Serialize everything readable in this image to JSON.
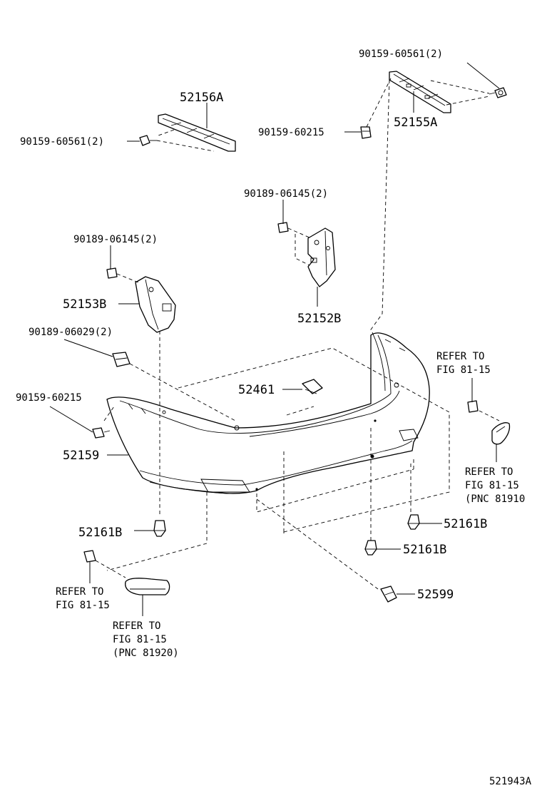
{
  "diagram_id": "521943A",
  "parts": {
    "p52156A": "52156A",
    "p52155A": "52155A",
    "p52153B": "52153B",
    "p52152B": "52152B",
    "p52461": "52461",
    "p52159": "52159",
    "p52161B_left": "52161B",
    "p52161B_right_upper": "52161B",
    "p52161B_right_lower": "52161B",
    "p52599": "52599"
  },
  "fasteners": {
    "f9015960561_top": "90159-60561(2)",
    "f9015960561_left": "90159-60561(2)",
    "f9015960215_top": "90159-60215",
    "f9015960215_left": "90159-60215",
    "f9018906145_mid": "90189-06145(2)",
    "f9018906145_left": "90189-06145(2)",
    "f9018906029": "90189-06029(2)"
  },
  "references": {
    "right_top_line1": "REFER TO",
    "right_top_line2": "FIG 81-15",
    "right_bottom_line1": "REFER TO",
    "right_bottom_line2": "FIG 81-15",
    "right_bottom_line3": "(PNC 81910",
    "left_bolt_line1": "REFER TO",
    "left_bolt_line2": "FIG 81-15",
    "left_lamp_line1": "REFER TO",
    "left_lamp_line2": "FIG 81-15",
    "left_lamp_line3": "(PNC 81920)"
  }
}
